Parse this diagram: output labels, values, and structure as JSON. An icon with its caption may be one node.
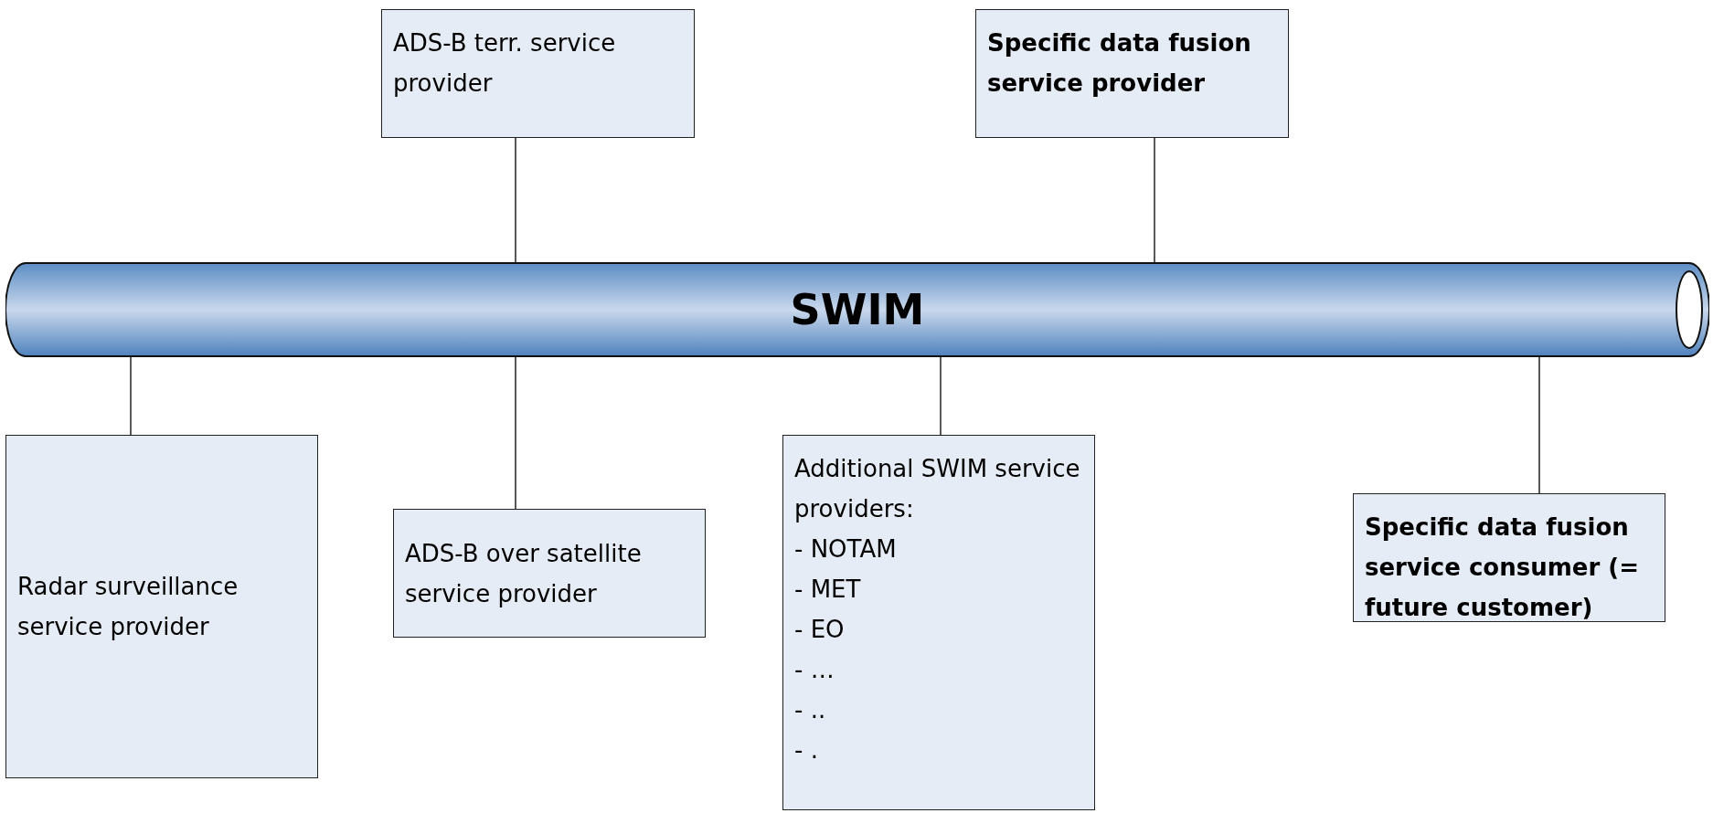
{
  "diagram": {
    "nodes": [
      {
        "text": [
          "SWIM"
        ]
      },
      {
        "text": [
          "ADS-B terr. service provider"
        ]
      },
      {
        "text": [
          "Specific data fusion service provider"
        ]
      },
      {
        "text": [
          "Radar surveillance service provider"
        ]
      },
      {
        "text": [
          "ADS-B over satellite service provider"
        ]
      },
      {
        "text": [
          "Additional SWIM service providers:",
          "- NOTAM",
          "- MET",
          "- EO",
          "- …",
          "- ..",
          "- ."
        ]
      },
      {
        "text": [
          "Specific data fusion service consumer (= future customer)"
        ]
      }
    ],
    "edges": [
      {
        "from": 1,
        "to": 0,
        "arrow": "none"
      },
      {
        "from": 2,
        "to": 0,
        "arrow": "none"
      },
      {
        "from": 0,
        "to": 3,
        "arrow": "none"
      },
      {
        "from": 0,
        "to": 4,
        "arrow": "none"
      },
      {
        "from": 0,
        "to": 5,
        "arrow": "none"
      },
      {
        "from": 0,
        "to": 6,
        "arrow": "none"
      }
    ]
  }
}
